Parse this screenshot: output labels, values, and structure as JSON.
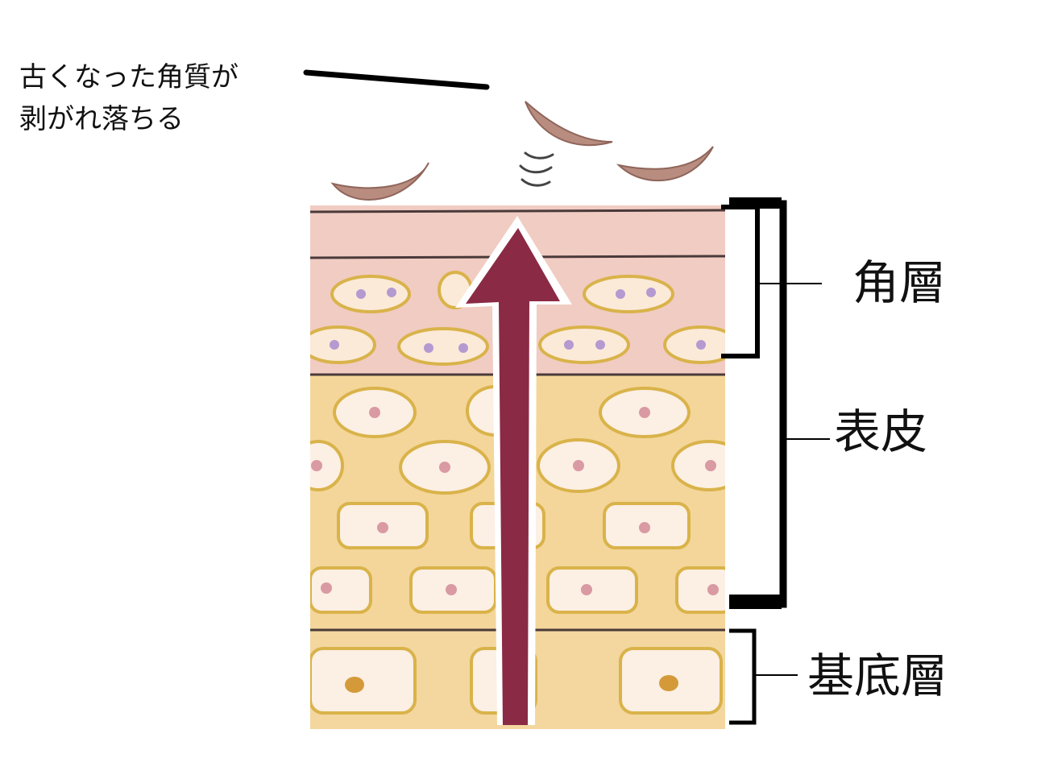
{
  "annotation": {
    "line1": "古くなった角質が",
    "line2": "剥がれ落ちる"
  },
  "labels": {
    "stratum_corneum": "角層",
    "epidermis": "表皮",
    "basal_layer": "基底層"
  },
  "colors": {
    "arrow": "#8a2a45",
    "corneum_fill": "#f1ccc3",
    "spinous_fill": "#f4d69a",
    "cell_outline": "#d9b34a",
    "flake_fill": "#b98c80",
    "bracket": "#000000"
  }
}
